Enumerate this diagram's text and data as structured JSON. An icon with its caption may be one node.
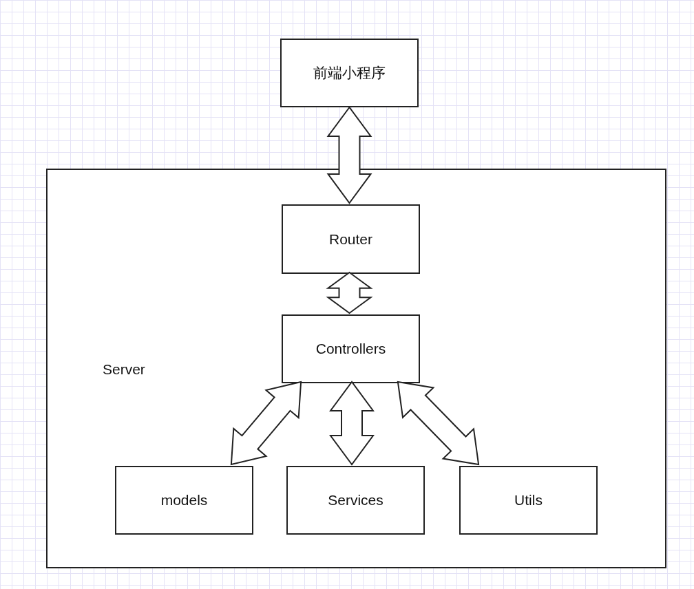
{
  "diagram": {
    "nodes": [
      {
        "text": [
          "前端小程序"
        ]
      },
      {
        "text": [
          "Server"
        ]
      },
      {
        "text": [
          "Router"
        ],
        "in": 1
      },
      {
        "text": [
          "Controllers"
        ],
        "in": 1
      },
      {
        "text": [
          "models"
        ],
        "in": 1
      },
      {
        "text": [
          "Services"
        ],
        "in": 1
      },
      {
        "text": [
          "Utils"
        ],
        "in": 1
      }
    ],
    "edges": [
      {
        "from": 0,
        "to": 2,
        "arrow": "both"
      },
      {
        "from": 2,
        "to": 3,
        "arrow": "both"
      },
      {
        "from": 3,
        "to": 4,
        "arrow": "both"
      },
      {
        "from": 3,
        "to": 5,
        "arrow": "both"
      },
      {
        "from": 3,
        "to": 6,
        "arrow": "both"
      }
    ]
  }
}
